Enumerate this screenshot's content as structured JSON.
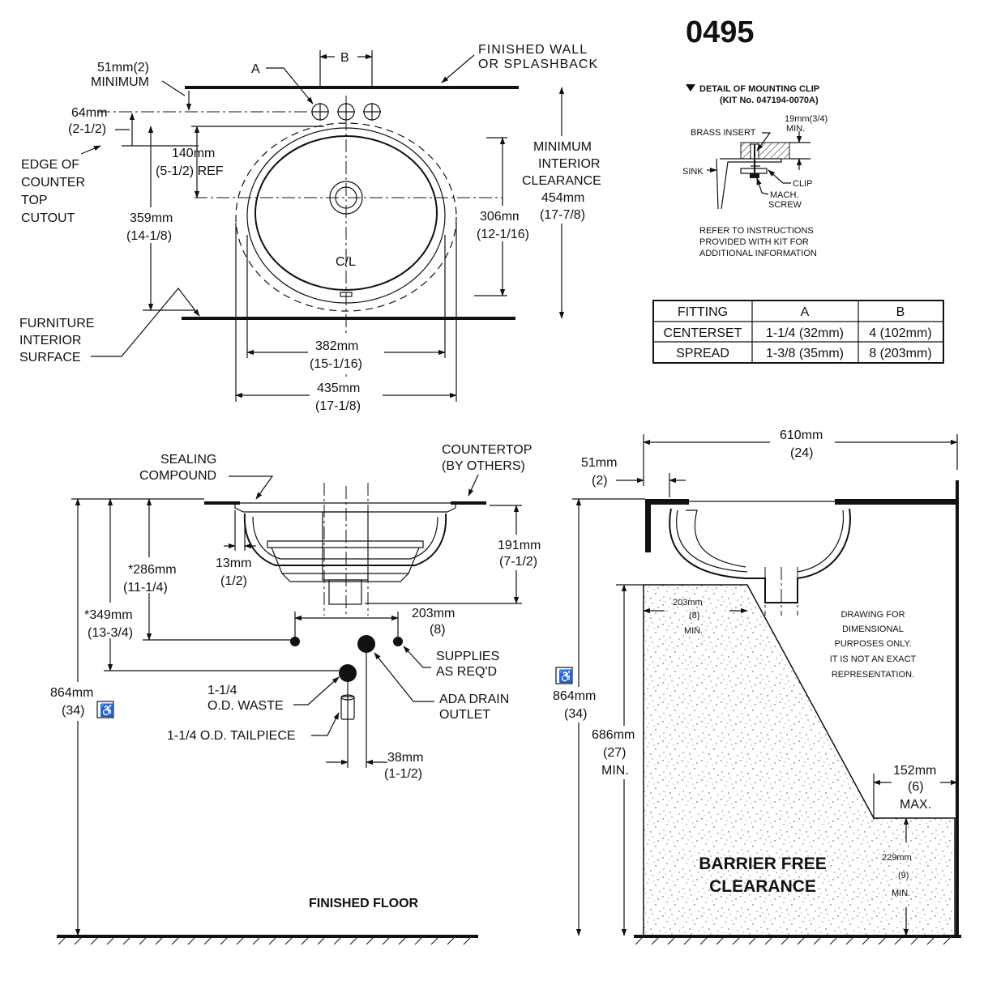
{
  "model_number": "0495",
  "plan_view": {
    "dim_a": "A",
    "dim_b": "B",
    "wall_line1": "FINISHED WALL",
    "wall_line2": "OR SPLASHBACK",
    "min51_line1": "51mm(2)",
    "min51_line2": "MINIMUM",
    "d64_line1": "64mm",
    "d64_line2": "(2-1/2)",
    "d140_line1": "140mm",
    "d140_line2": "(5-1/2)  REF",
    "edge_line1": "EDGE OF",
    "edge_line2": "COUNTER",
    "edge_line3": "TOP",
    "edge_line4": "CUTOUT",
    "d359_line1": "359mm",
    "d359_line2": "(14-1/8)",
    "cl_label": "C/L",
    "d306_line1": "306mm",
    "d306_line2": "(12-1/16)",
    "clear_line1": "MINIMUM",
    "clear_line2": "INTERIOR",
    "clear_line3": "CLEARANCE",
    "clear_line4": "454mm",
    "clear_line5": "(17-7/8)",
    "furn_line1": "FURNITURE",
    "furn_line2": "INTERIOR",
    "furn_line3": "SURFACE",
    "d382_line1": "382mm",
    "d382_line2": "(15-1/16)",
    "d435_line1": "435mm",
    "d435_line2": "(17-1/8)"
  },
  "clip_detail": {
    "title_line1": "DETAIL OF MOUNTING CLIP",
    "title_line2": "(KIT No. 047194-0070A)",
    "dim_line1": "19mm(3/4)",
    "dim_line2": "MIN.",
    "brass_insert": "BRASS INSERT",
    "sink": "SINK",
    "clip": "CLIP",
    "mach_line1": "MACH.",
    "mach_line2": "SCREW",
    "note_line1": "REFER TO INSTRUCTIONS",
    "note_line2": "PROVIDED WITH KIT FOR",
    "note_line3": "ADDITIONAL INFORMATION"
  },
  "fitting_table": {
    "headers": [
      "FITTING",
      "A",
      "B"
    ],
    "rows": [
      [
        "CENTERSET",
        "1-1/4 (32mm)",
        "4 (102mm)"
      ],
      [
        "SPREAD",
        "1-3/8 (35mm)",
        "8 (203mm)"
      ]
    ]
  },
  "front_view": {
    "sealing_line1": "SEALING",
    "sealing_line2": "COMPOUND",
    "counter_line1": "COUNTERTOP",
    "counter_line2": "(BY OTHERS)",
    "d191_line1": "191mm",
    "d191_line2": "(7-1/2)",
    "d13_line1": "13mm",
    "d13_line2": "(1/2)",
    "d286_line1": "*286mm",
    "d286_line2": "(11-1/4)",
    "d349_line1": "*349mm",
    "d349_line2": "(13-3/4)",
    "d203_line1": "203mm",
    "d203_line2": "(8)",
    "supplies_line1": "SUPPLIES",
    "supplies_line2": "AS REQ'D",
    "waste_line1": "1-1/4",
    "waste_line2": "O.D. WASTE",
    "ada_line1": "ADA DRAIN",
    "ada_line2": "OUTLET",
    "tailpiece": "1-1/4 O.D. TAILPIECE",
    "d864_line1": "864mm",
    "d864_line2": "(34)",
    "d38_line1": "38mm",
    "d38_line2": "(1-1/2)",
    "floor": "FINISHED FLOOR"
  },
  "side_view": {
    "d610_line1": "610mm",
    "d610_line2": "(24)",
    "d51_line1": "51mm",
    "d51_line2": "(2)",
    "d203_line1": "203mm",
    "d203_line2": "(8)",
    "d203_line3": "MIN.",
    "note_line1": "DRAWING FOR",
    "note_line2": "DIMENSIONAL",
    "note_line3": "PURPOSES ONLY.",
    "note_line4": "IT IS NOT AN EXACT",
    "note_line5": "REPRESENTATION.",
    "d864_line1": "864mm",
    "d864_line2": "(34)",
    "d686_line1": "686mm",
    "d686_line2": "(27)",
    "d686_line3": "MIN.",
    "d152_line1": "152mm",
    "d152_line2": "(6)",
    "d152_line3": "MAX.",
    "barrier_line1": "BARRIER FREE",
    "barrier_line2": "CLEARANCE",
    "d229_line1": "229mm",
    "d229_line2": "(9)",
    "d229_line3": "MIN."
  }
}
